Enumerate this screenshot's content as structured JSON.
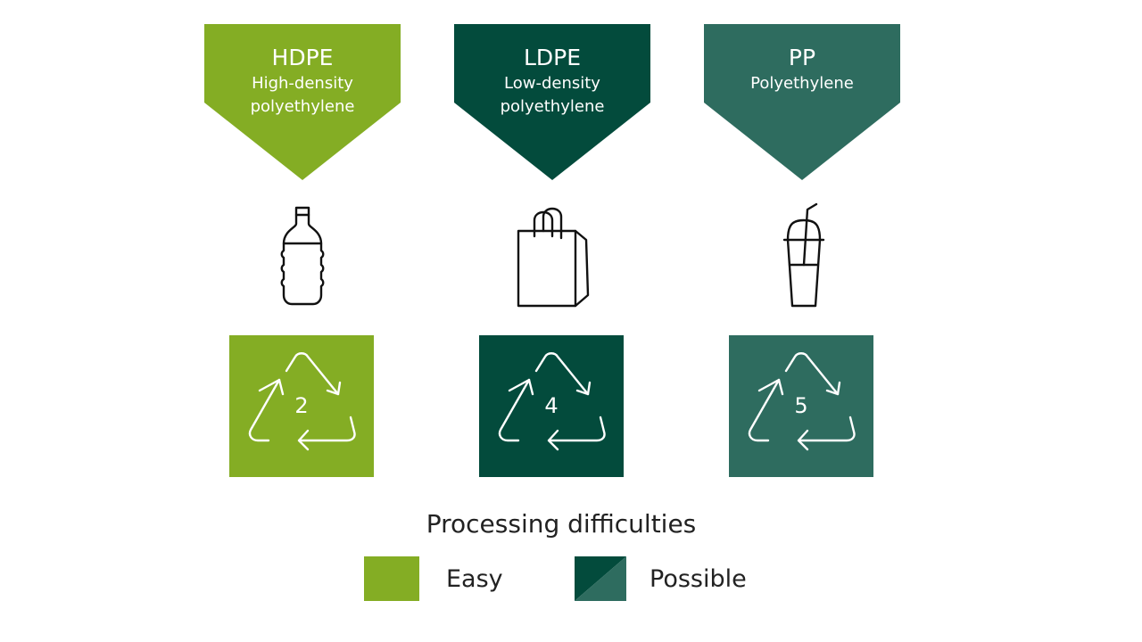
{
  "colors": {
    "easy": "#84ad24",
    "dark_green": "#034b3c",
    "teal_green": "#2e6c5f",
    "icon_stroke": "#111111",
    "text": "#222222"
  },
  "plastics": [
    {
      "code": "HDPE",
      "name": "High-density\npolyethylene",
      "recycle_number": "2",
      "product_icon": "bottle-icon",
      "difficulty": "Easy"
    },
    {
      "code": "LDPE",
      "name": "Low-density\npolyethylene",
      "recycle_number": "4",
      "product_icon": "shopping-bag-icon",
      "difficulty": "Possible"
    },
    {
      "code": "PP",
      "name": "Polyethylene",
      "recycle_number": "5",
      "product_icon": "cup-with-straw-icon",
      "difficulty": "Possible"
    }
  ],
  "legend": {
    "title": "Processing difficulties",
    "items": [
      {
        "label": "Easy"
      },
      {
        "label": "Possible"
      }
    ]
  }
}
